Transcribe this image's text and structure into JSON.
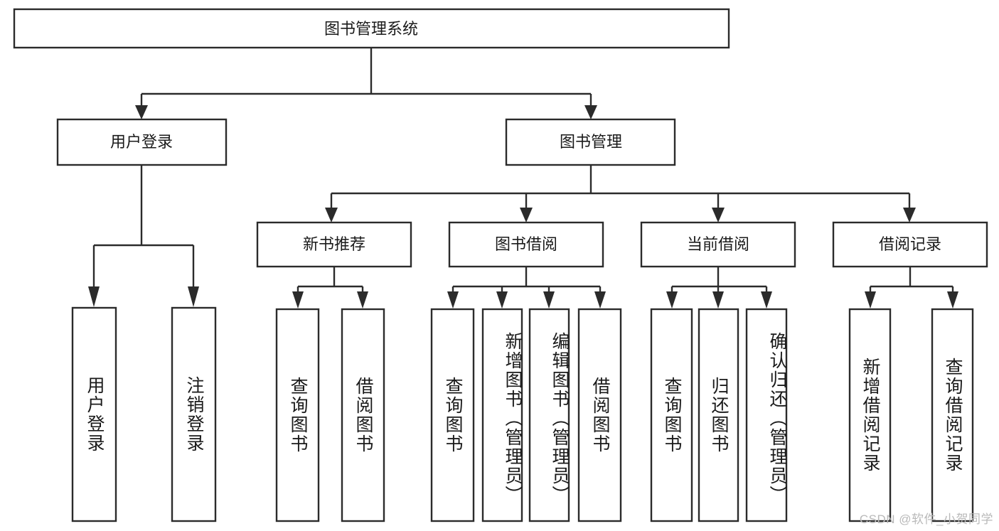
{
  "diagram": {
    "type": "tree-hierarchy-chart",
    "title": "图书管理系统",
    "orientation": "top-down",
    "colors": {
      "box_stroke": "#2b2b2b",
      "box_fill": "#ffffff",
      "connector": "#2b2b2b",
      "text": "#1a1a1a",
      "watermark": "#b9b9b9",
      "background": "#ffffff"
    },
    "root": {
      "id": "root",
      "label": "图书管理系统",
      "level": 0
    },
    "level2": [
      {
        "id": "user-login",
        "label": "用户登录"
      },
      {
        "id": "book-management",
        "label": "图书管理"
      }
    ],
    "level3": [
      {
        "id": "new-book-recommend",
        "label": "新书推荐",
        "parent": "book-management"
      },
      {
        "id": "book-borrow",
        "label": "图书借阅",
        "parent": "book-management"
      },
      {
        "id": "current-borrow",
        "label": "当前借阅",
        "parent": "book-management"
      },
      {
        "id": "borrow-record",
        "label": "借阅记录",
        "parent": "book-management"
      }
    ],
    "leaves": [
      {
        "id": "leaf-user-login",
        "label": "用户登录",
        "parent": "user-login"
      },
      {
        "id": "leaf-logout-login",
        "label": "注销登录",
        "parent": "user-login"
      },
      {
        "id": "leaf-query-book-1",
        "label": "查询图书",
        "parent": "new-book-recommend"
      },
      {
        "id": "leaf-borrow-book-1",
        "label": "借阅图书",
        "parent": "new-book-recommend"
      },
      {
        "id": "leaf-query-book-2",
        "label": "查询图书",
        "parent": "book-borrow"
      },
      {
        "id": "leaf-add-book-admin",
        "label": "新增图书（管理员）",
        "parent": "book-borrow"
      },
      {
        "id": "leaf-edit-book-admin",
        "label": "编辑图书（管理员）",
        "parent": "book-borrow"
      },
      {
        "id": "leaf-borrow-book-2",
        "label": "借阅图书",
        "parent": "book-borrow"
      },
      {
        "id": "leaf-query-book-3",
        "label": "查询图书",
        "parent": "current-borrow"
      },
      {
        "id": "leaf-return-book",
        "label": "归还图书",
        "parent": "current-borrow"
      },
      {
        "id": "leaf-confirm-return-admin",
        "label": "确认归还（管理员）",
        "parent": "current-borrow"
      },
      {
        "id": "leaf-add-borrow-record",
        "label": "新增借阅记录",
        "parent": "borrow-record"
      },
      {
        "id": "leaf-query-borrow-record",
        "label": "查询借阅记录",
        "parent": "borrow-record"
      }
    ],
    "watermark": "CSDN @软件_小贺同学"
  }
}
